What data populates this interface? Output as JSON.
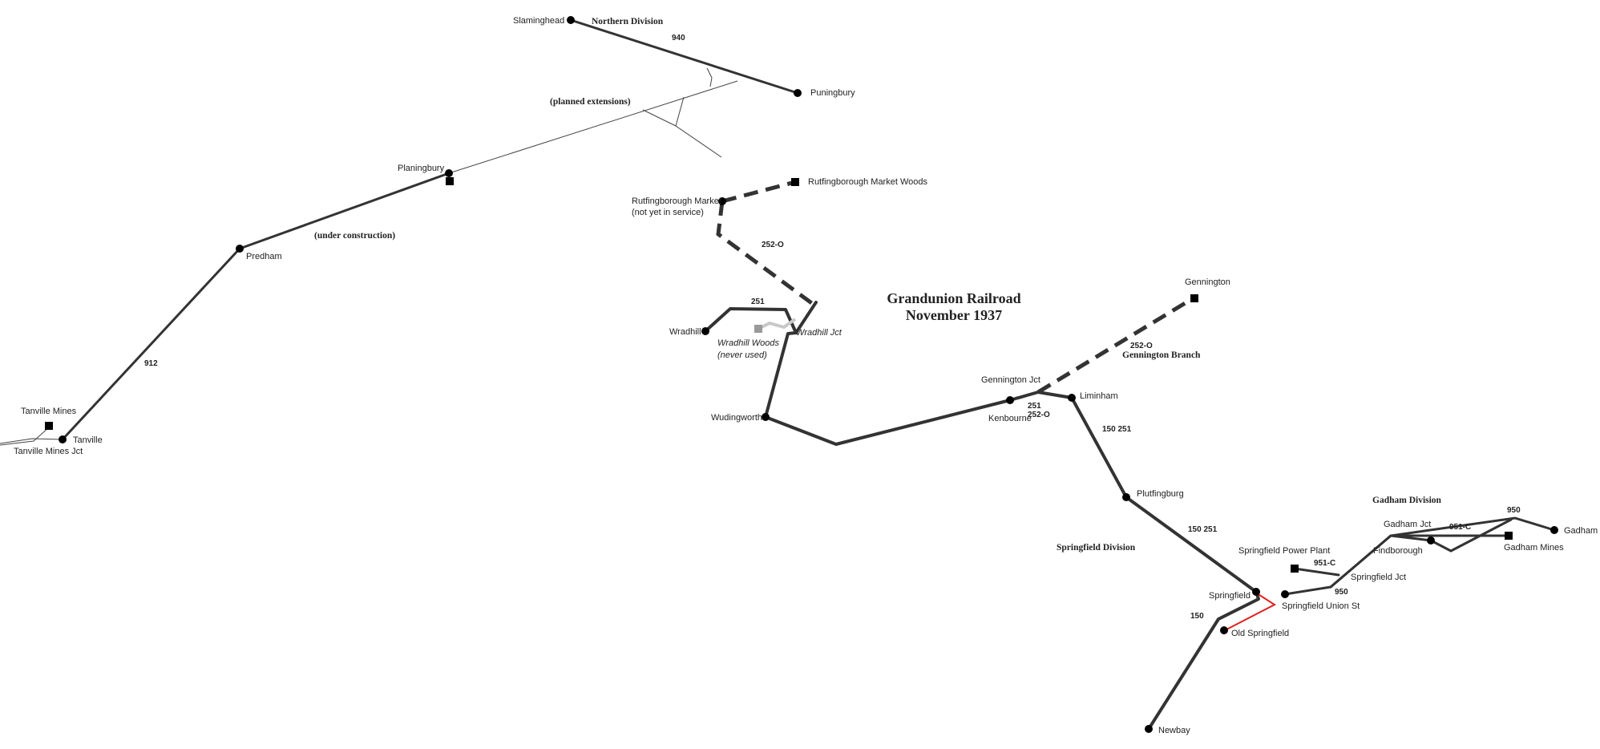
{
  "map": {
    "title_line1": "Grandunion Railroad",
    "title_line2": "November 1937",
    "colors": {
      "track": "#333333",
      "thin_track": "#444444",
      "planned": "#333333",
      "never_used": "#c8c8c8",
      "never_used_marker": "#999999",
      "connector": "#e02020",
      "station": "#000000"
    },
    "divisions": {
      "northern": "Northern Division",
      "springfield": "Springfield Division",
      "gadham": "Gadham Division",
      "gennington_branch": "Gennington Branch"
    },
    "notes": {
      "planned": "(planned extensions)",
      "under_construction": "(under construction)"
    },
    "stations": {
      "slaminghead": "Slaminghead",
      "puningbury": "Puningbury",
      "planingbury": "Planingbury",
      "predham": "Predham",
      "tanville_mines": "Tanville Mines",
      "tanville": "Tanville",
      "tanville_mines_jct": "Tanville Mines Jct",
      "rutfingborough_market": "Rutfingborough Market",
      "rutfingborough_market_note": "(not yet in service)",
      "rutfingborough_market_woods": "Rutfingborough Market Woods",
      "wradhill": "Wradhill",
      "wradhill_woods": "Wradhill Woods",
      "wradhill_woods_note": "(never used)",
      "wradhill_jct": "Wradhill Jct",
      "wudingworth": "Wudingworth",
      "gennington": "Gennington",
      "gennington_jct": "Gennington Jct",
      "kenbourne": "Kenbourne",
      "liminham": "Liminham",
      "plutfingburg": "Plutfingburg",
      "springfield": "Springfield",
      "springfield_union_st": "Springfield Union St",
      "old_springfield": "Old Springfield",
      "newbay": "Newbay",
      "springfield_power_plant": "Springfield Power Plant",
      "springfield_jct": "Springfield Jct",
      "gadham_jct": "Gadham Jct",
      "findborough": "Findborough",
      "gadham_mines": "Gadham Mines",
      "gadham": "Gadham"
    },
    "routes": {
      "r940": "940",
      "r912": "912",
      "r252o_a": "252-O",
      "r251_a": "251",
      "r252o_b": "252-O",
      "r251_b": "251",
      "r252o_c": "252-O",
      "r150_251_a": "150 251",
      "r150_251_b": "150 251",
      "r150": "150",
      "r951c_a": "951-C",
      "r951c_b": "951-C",
      "r950_a": "950",
      "r950_b": "950"
    }
  }
}
